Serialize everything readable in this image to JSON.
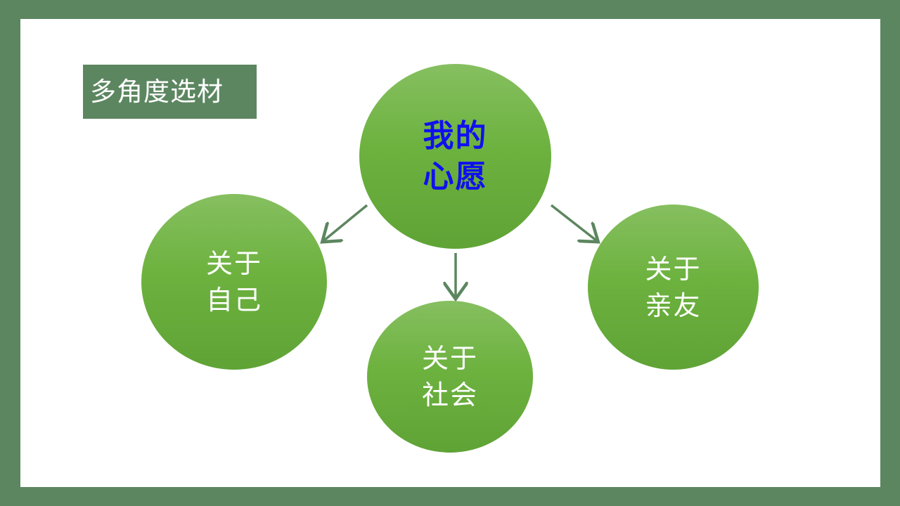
{
  "title_box": {
    "text": "多角度选材"
  },
  "center_node": {
    "line1": "我的",
    "line2": "心愿"
  },
  "nodes": [
    {
      "line1": "关于",
      "line2": "自己"
    },
    {
      "line1": "关于",
      "line2": "社会"
    },
    {
      "line1": "关于",
      "line2": "亲友"
    }
  ],
  "colors": {
    "frame": "#5c8660",
    "node_fill": "#6db23f",
    "center_text": "#1010ee",
    "arrow": "#5c8660"
  }
}
